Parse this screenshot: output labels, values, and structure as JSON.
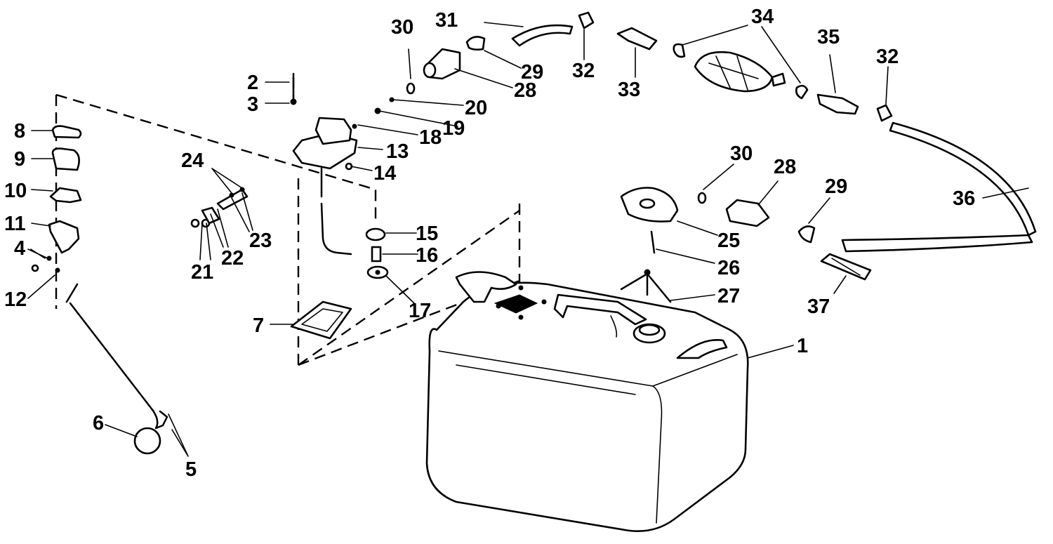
{
  "diagram": {
    "callouts": {
      "c1": "1",
      "c2": "2",
      "c3": "3",
      "c4": "4",
      "c5": "5",
      "c6": "6",
      "c7": "7",
      "c8": "8",
      "c9": "9",
      "c10": "10",
      "c11": "11",
      "c12": "12",
      "c13": "13",
      "c14": "14",
      "c15": "15",
      "c16": "16",
      "c17": "17",
      "c18": "18",
      "c19": "19",
      "c20": "20",
      "c21": "21",
      "c22": "22",
      "c23": "23",
      "c24": "24",
      "c25": "25",
      "c26": "26",
      "c27": "27",
      "c28a": "28",
      "c28b": "28",
      "c29a": "29",
      "c29b": "29",
      "c30a": "30",
      "c30b": "30",
      "c31": "31",
      "c32a": "32",
      "c32b": "32",
      "c33": "33",
      "c34": "34",
      "c35": "35",
      "c36": "36",
      "c37": "37"
    },
    "colors": {
      "ink": "#000000",
      "paper": "#ffffff"
    }
  }
}
